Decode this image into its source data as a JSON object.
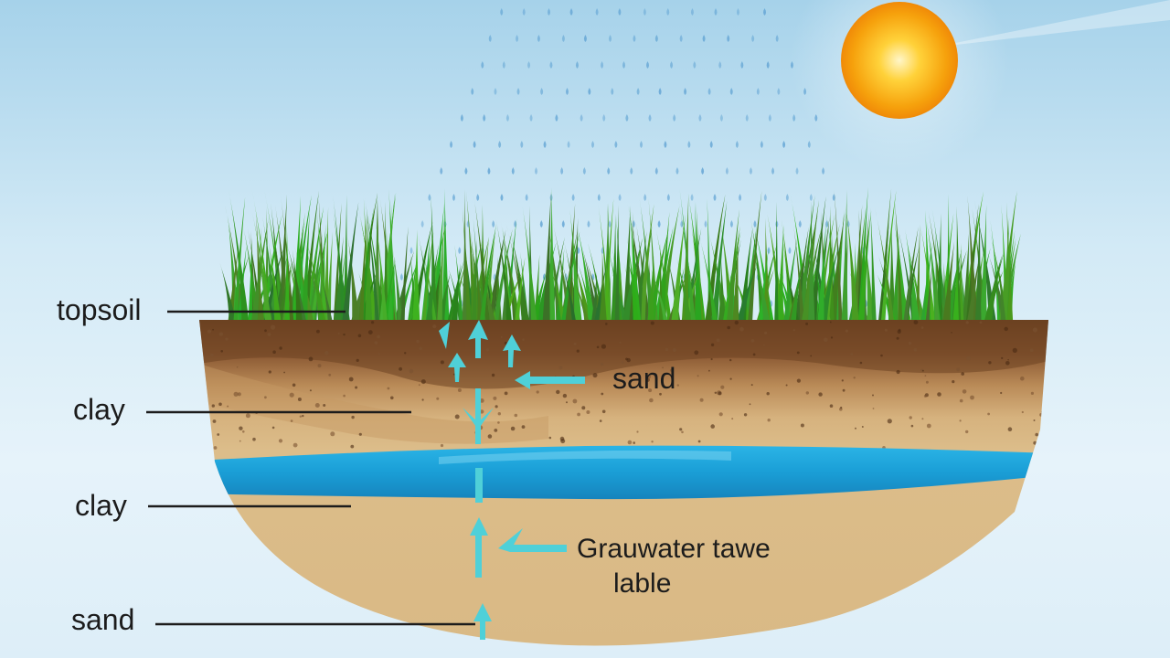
{
  "labels": {
    "topsoil": "topsoil",
    "clay_upper": "clay",
    "clay_lower": "clay",
    "sand_bottom": "sand",
    "sand_right": "sand",
    "groundwater_line1": "Grauwater tawe",
    "groundwater_line2": "lable"
  },
  "colors": {
    "sky_top": "#a6d2ea",
    "sky_bottom": "#e6f3fa",
    "topsoil": "#6e4322",
    "sand": "#d8b884",
    "water": "#1fa5dc",
    "arrow": "#4fd0d8",
    "grass": "#3f9a2a",
    "sun": "#f9b10f",
    "rain": "#6aa9d6",
    "leader_line": "#1c1c1c"
  },
  "icons": [
    "sun-icon",
    "rain-drops-icon",
    "grass-icon",
    "arrow-icon"
  ]
}
